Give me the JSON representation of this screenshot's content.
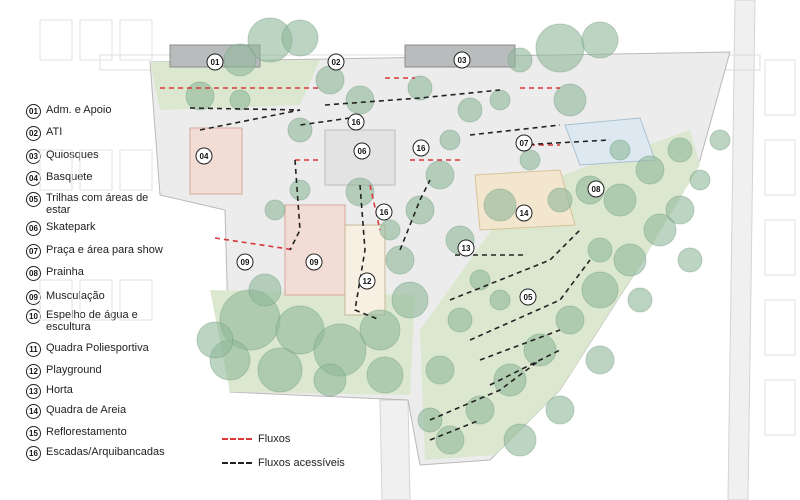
{
  "legend": {
    "items": [
      {
        "num": "01",
        "label": "Adm. e Apoio"
      },
      {
        "num": "02",
        "label": "ATI"
      },
      {
        "num": "03",
        "label": "Quiosques"
      },
      {
        "num": "04",
        "label": "Basquete"
      },
      {
        "num": "05",
        "label": "Trilhas com áreas de estar"
      },
      {
        "num": "06",
        "label": "Skatepark"
      },
      {
        "num": "07",
        "label": "Praça e área para show"
      },
      {
        "num": "08",
        "label": "Prainha"
      },
      {
        "num": "09",
        "label": "Musculação"
      },
      {
        "num": "10",
        "label": "Espelho de água e escultura"
      },
      {
        "num": "11",
        "label": "Quadra Poliesportiva"
      },
      {
        "num": "12",
        "label": "Playground"
      },
      {
        "num": "13",
        "label": "Horta"
      },
      {
        "num": "14",
        "label": "Quadra de Areia"
      },
      {
        "num": "15",
        "label": "Reflorestamento"
      },
      {
        "num": "16",
        "label": "Escadas/Arquibancadas"
      }
    ]
  },
  "flows": {
    "red_label": "Fluxos",
    "red_color": "#d9383a",
    "black_label": "Fluxos acessíveis",
    "black_color": "#222222"
  },
  "plan": {
    "markers": [
      {
        "num": "01"
      },
      {
        "num": "02"
      },
      {
        "num": "03"
      },
      {
        "num": "04"
      },
      {
        "num": "05"
      },
      {
        "num": "06"
      },
      {
        "num": "07"
      },
      {
        "num": "08"
      },
      {
        "num": "09"
      },
      {
        "num": "09"
      },
      {
        "num": "12"
      },
      {
        "num": "13"
      },
      {
        "num": "14"
      },
      {
        "num": "16"
      },
      {
        "num": "16"
      },
      {
        "num": "16"
      }
    ],
    "colors": {
      "tree": "#8fb79a",
      "tree_dark": "#6e9c7e",
      "lawn": "#dbe8cf",
      "paving": "#ececec",
      "court": "#f2dcd6",
      "sand": "#f3e6cf",
      "water": "#dde8f0"
    }
  }
}
